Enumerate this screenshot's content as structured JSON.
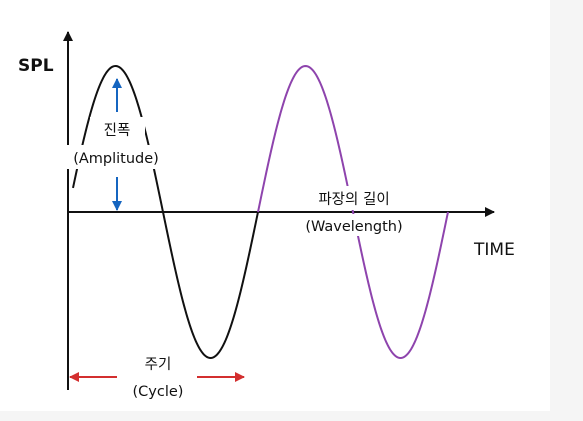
{
  "labels": {
    "y_axis": "SPL",
    "x_axis": "TIME",
    "amplitude_ko": "진폭",
    "amplitude_en": "(Amplitude)",
    "wavelength_ko": "파장의 길이",
    "wavelength_en": "(Wavelength)",
    "cycle_ko": "주기",
    "cycle_en": "(Cycle)"
  },
  "colors": {
    "wave_cycle_one": "#111111",
    "wave_cycle_two": "#8e44ad",
    "amplitude_arrows": "#1565c0",
    "cycle_arrows": "#d32f2f",
    "axes": "#111111"
  }
}
